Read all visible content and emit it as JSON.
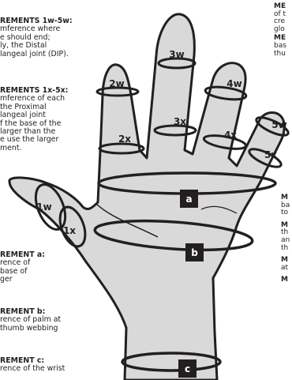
{
  "colors": {
    "hand_fill": "#d9d9d9",
    "outline": "#231f20",
    "label_box": "#231f20",
    "text": "#231f20"
  },
  "finger_labels": {
    "w1": "1w",
    "w2": "2w",
    "w3": "3w",
    "w4": "4w",
    "w5": "5w",
    "x1": "1x",
    "x2": "2x",
    "x3": "3x",
    "x4": "4x",
    "x5": "5x"
  },
  "band_labels": {
    "a": "a",
    "b": "b",
    "c": "c"
  },
  "notes": {
    "w": {
      "heading": "REMENTS 1w-5w:",
      "body": "mference where\ne should end;\nly, the Distal\nlangeal joint (DIP)."
    },
    "x": {
      "heading": "REMENTS 1x-5x:",
      "body": "mference of each\nthe Proximal\nlangeal joint\nf the base of the\nlarger than the\ne use the larger\nment."
    },
    "a": {
      "heading": "REMENT a:",
      "body": "rence of\nbase of\nger"
    },
    "b": {
      "heading": "REMENT b:",
      "body": "rence of palm at\nthumb webbing"
    },
    "c": {
      "heading": "REMENT c:",
      "body": "rence of the wrist"
    },
    "right_top": {
      "line1": "ME",
      "line2": "of t",
      "line3": "cre",
      "line4": "glo",
      "line5": "ME",
      "line6": "bas",
      "line7": "thu"
    },
    "right_mid": {
      "line1": "M",
      "line2": "ba",
      "line3": "to",
      "line4": "M",
      "line5": "th",
      "line6": "an",
      "line7": "th",
      "line8": "M",
      "line9": "at",
      "line10": "M"
    }
  }
}
